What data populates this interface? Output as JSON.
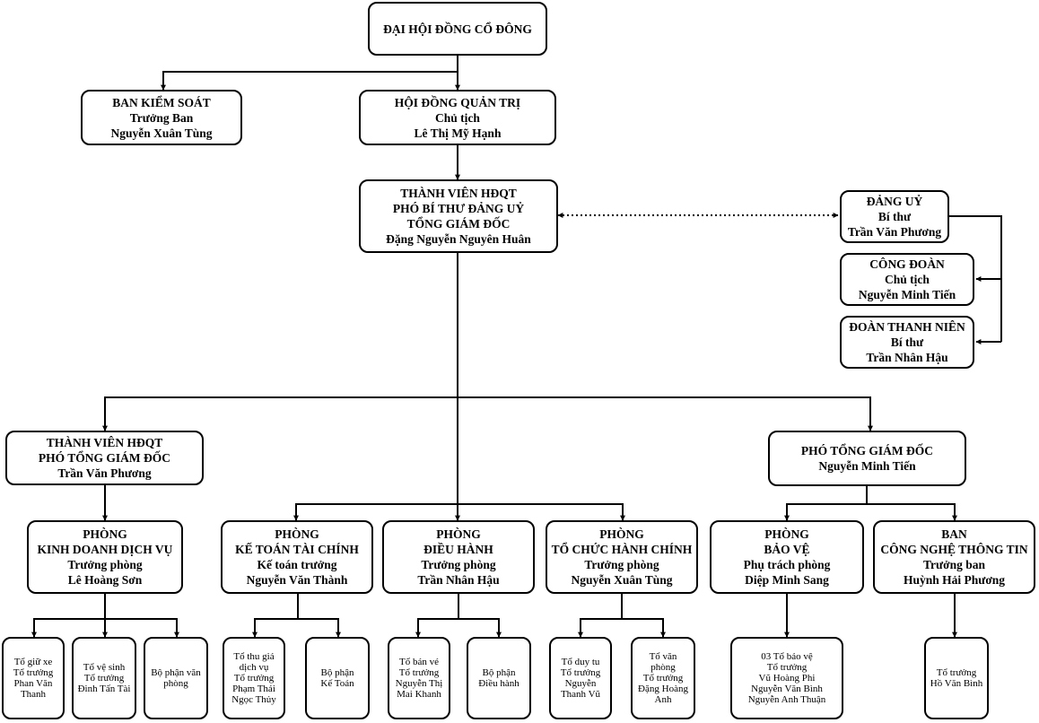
{
  "nodes": {
    "shareholders": {
      "lines": [
        "ĐẠI HỘI ĐỒNG CỔ ĐÔNG"
      ]
    },
    "supervisory": {
      "lines": [
        "BAN KIỂM SOÁT",
        "Trưởng Ban",
        "Nguyễn Xuân Tùng"
      ]
    },
    "board": {
      "lines": [
        "HỘI ĐỒNG QUẢN TRỊ",
        "Chủ tịch",
        "Lê Thị Mỹ Hạnh"
      ]
    },
    "ceo": {
      "lines": [
        "THÀNH VIÊN HĐQT",
        "PHÓ BÍ THƯ ĐẢNG UỶ",
        "TỔNG GIÁM ĐỐC",
        "Đặng Nguyễn Nguyên Huân"
      ]
    },
    "party": {
      "lines": [
        "ĐẢNG UỶ",
        "Bí thư",
        "Trần Văn Phương"
      ]
    },
    "union": {
      "lines": [
        "CÔNG ĐOÀN",
        "Chủ tịch",
        "Nguyễn Minh Tiến"
      ]
    },
    "youth": {
      "lines": [
        "ĐOÀN THANH NIÊN",
        "Bí thư",
        "Trần Nhân Hậu"
      ]
    },
    "deputy1": {
      "lines": [
        "THÀNH VIÊN HĐQT",
        "PHÓ TỔNG GIÁM ĐỐC",
        "Trần Văn Phương"
      ]
    },
    "deputy2": {
      "lines": [
        "PHÓ TỔNG GIÁM ĐỐC",
        "Nguyễn Minh Tiến"
      ]
    },
    "dept_business": {
      "lines": [
        "PHÒNG",
        "KINH DOANH DỊCH VỤ",
        "Trưởng phòng",
        "Lê Hoàng Sơn"
      ]
    },
    "dept_accounting": {
      "lines": [
        "PHÒNG",
        "KẾ TOÁN TÀI CHÍNH",
        "Kế toán trưởng",
        "Nguyễn Văn Thành"
      ]
    },
    "dept_operations": {
      "lines": [
        "PHÒNG",
        "ĐIỀU HÀNH",
        "Trưởng phòng",
        "Trần Nhân Hậu"
      ]
    },
    "dept_admin": {
      "lines": [
        "PHÒNG",
        "TỔ CHỨC HÀNH CHÍNH",
        "Trưởng phòng",
        "Nguyễn Xuân Tùng"
      ]
    },
    "dept_security": {
      "lines": [
        "PHÒNG",
        "BẢO VỆ",
        "Phụ trách phòng",
        "Diệp Minh Sang"
      ]
    },
    "dept_it": {
      "lines": [
        "BAN",
        "CÔNG NGHỆ THÔNG TIN",
        "Trưởng ban",
        "Huỳnh Hải Phương"
      ]
    },
    "team_parking": {
      "lines": [
        "Tổ giữ xe",
        "Tổ trưởng",
        "Phan Văn",
        "Thanh"
      ]
    },
    "team_cleaning": {
      "lines": [
        "Tổ vệ sinh",
        "Tổ trưởng",
        "Đinh Tấn Tài"
      ]
    },
    "team_office": {
      "lines": [
        "Bộ phận văn",
        "phòng"
      ]
    },
    "team_ticketing_service": {
      "lines": [
        "Tổ thu giá",
        "dịch vụ",
        "Tổ trưởng",
        "Phạm Thái",
        "Ngọc Thủy"
      ]
    },
    "team_accounting": {
      "lines": [
        "Bộ phận",
        "Kế Toán"
      ]
    },
    "team_tickets": {
      "lines": [
        "Tổ bán vé",
        "Tổ trưởng",
        "Nguyễn Thị",
        "Mai Khanh"
      ]
    },
    "team_dispatch": {
      "lines": [
        "Bộ phận",
        "Điều hành"
      ]
    },
    "team_maintenance": {
      "lines": [
        "Tổ duy tu",
        "Tổ trưởng",
        "Nguyễn",
        "Thanh Vũ"
      ]
    },
    "team_admin_office": {
      "lines": [
        "Tổ văn phòng",
        "Tổ trưởng",
        "Đặng Hoàng",
        "Anh"
      ]
    },
    "team_guards": {
      "lines": [
        "03 Tổ bảo vệ",
        "Tổ trưởng",
        "Vũ Hoàng Phi",
        "Nguyễn Văn Bình",
        "Nguyễn Anh Thuận"
      ]
    },
    "team_it": {
      "lines": [
        "Tổ trưởng",
        "Hồ Văn Bình"
      ]
    }
  }
}
